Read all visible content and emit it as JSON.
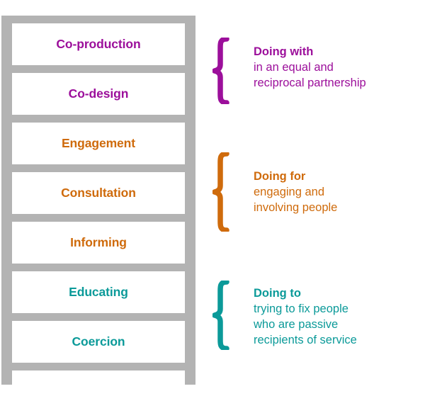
{
  "colors": {
    "ladder_gray": "#b3b3b3",
    "purple": "#9c0f9b",
    "orange": "#cf6b0c",
    "teal": "#0b9a99",
    "panel_white": "#ffffff",
    "background": "#ffffff"
  },
  "ladder": {
    "name": "ladder-of-participation",
    "steps": [
      {
        "label": "Co-production",
        "color_key": "purple"
      },
      {
        "label": "Co-design",
        "color_key": "purple"
      },
      {
        "label": "Engagement",
        "color_key": "orange"
      },
      {
        "label": "Consultation",
        "color_key": "orange"
      },
      {
        "label": "Informing",
        "color_key": "orange"
      },
      {
        "label": "Educating",
        "color_key": "teal"
      },
      {
        "label": "Coercion",
        "color_key": "teal"
      }
    ]
  },
  "groups": [
    {
      "id": "doing-with",
      "brace": "curly-brace-icon",
      "heading": "Doing with",
      "color_key": "purple",
      "lines": [
        "in an equal and",
        "reciprocal partnership"
      ],
      "covers_steps": [
        "Co-production",
        "Co-design"
      ]
    },
    {
      "id": "doing-for",
      "brace": "curly-brace-icon",
      "heading": "Doing for",
      "color_key": "orange",
      "lines": [
        "engaging and",
        "involving people"
      ],
      "covers_steps": [
        "Engagement",
        "Consultation",
        "Informing"
      ]
    },
    {
      "id": "doing-to",
      "brace": "curly-brace-icon",
      "heading": "Doing to",
      "color_key": "teal",
      "lines": [
        "trying to fix people",
        "who are passive",
        "recipients of service"
      ],
      "covers_steps": [
        "Educating",
        "Coercion"
      ]
    }
  ]
}
